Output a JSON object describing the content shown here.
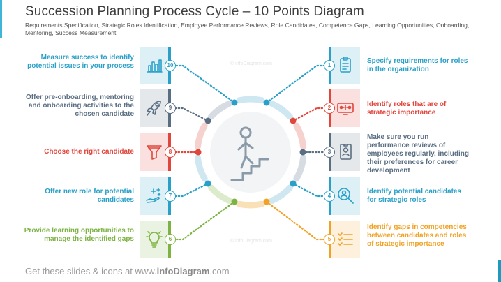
{
  "title": "Succession Planning Process Cycle – 10 Points Diagram",
  "subtitle": "Requirements Specification, Strategic Roles Identification, Employee Performance Reviews, Role Candidates, Competence Gaps, Learning Opportunities, Onboarding, Mentoring, Success Measurement",
  "footer": {
    "prefix": "Get these slides & icons at www.",
    "brand": "infoDiagram",
    "suffix": ".com"
  },
  "watermarks": [
    "© infoDiagram.com",
    "© infoDiagram.com"
  ],
  "colors": {
    "blue": "#2aa0c8",
    "red": "#e0463c",
    "slate": "#5a6e82",
    "orange": "#f1a224",
    "green": "#7cb342",
    "center_icon": "#8a9aa8"
  },
  "center_icon": "person-climbing-stairs-icon",
  "steps": [
    {
      "number": "1",
      "text": "Specify requirements  for roles in the organization",
      "color": "#2aa0c8",
      "icon": "clipboard-icon"
    },
    {
      "number": "2",
      "text": "Identify roles that are of strategic importance",
      "color": "#e0463c",
      "icon": "org-chart-icon"
    },
    {
      "number": "3",
      "text": "Make sure you run performance reviews of employees regularly, including their preferences for career development",
      "color": "#5a6e82",
      "icon": "employee-id-card-icon"
    },
    {
      "number": "4",
      "text": "Identify potential candidates for strategic roles",
      "color": "#2aa0c8",
      "icon": "magnifier-person-icon"
    },
    {
      "number": "5",
      "text": "Identify gaps in competencies between candidates and roles of strategic importance",
      "color": "#f1a224",
      "icon": "checklist-icon"
    },
    {
      "number": "6",
      "text": "Provide learning opportunities  to manage the identified gaps",
      "color": "#7cb342",
      "icon": "lightbulb-icon"
    },
    {
      "number": "7",
      "text": "Offer new role for potential candidates",
      "color": "#2aa0c8",
      "icon": "hand-with-sparkles-icon"
    },
    {
      "number": "8",
      "text": "Choose  the right candidate",
      "color": "#e0463c",
      "icon": "funnel-icon"
    },
    {
      "number": "9",
      "text": "Offer pre-onboarding, mentoring and onboarding activities to the chosen candidate",
      "color": "#5a6e82",
      "icon": "rocket-icon"
    },
    {
      "number": "10",
      "text": "Measure success to identify potential issues in your process",
      "color": "#2aa0c8",
      "icon": "bar-chart-icon"
    }
  ]
}
